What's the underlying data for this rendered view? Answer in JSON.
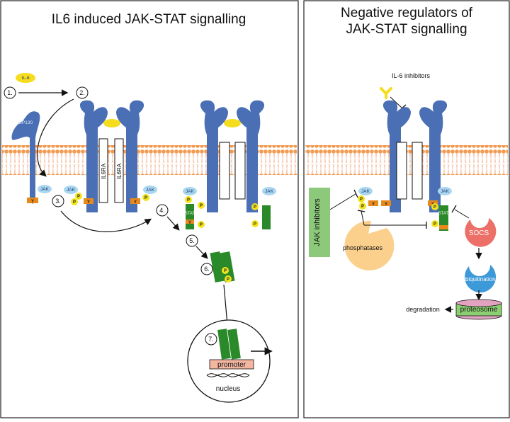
{
  "left_panel": {
    "title": "IL6 induced JAK-STAT signalling",
    "labels": {
      "il6": "IL-6",
      "gp130": "GP130",
      "il6ra_a": "IL6RA",
      "il6ra_b": "IL6RA",
      "jak": "JAK",
      "stat": "STAT",
      "p": "P",
      "y": "Y",
      "promoter": "promoter",
      "nucleus": "nucleus"
    },
    "steps": [
      "1.",
      "2.",
      "3.",
      "4.",
      "5.",
      "6.",
      "7."
    ]
  },
  "right_panel": {
    "title_line1": "Negative regulators of",
    "title_line2": "JAK-STAT signalling",
    "labels": {
      "il6_inhibitors": "IL-6 inhibitors",
      "jak_inhibitors": "JAK inhibitors",
      "phosphatases": "phosphatases",
      "socs": "SOCS",
      "ubiquitination": "ubiquitination",
      "proteosome": "proteosome",
      "degradation": "degradation"
    }
  },
  "colors": {
    "receptor": "#4a6fb5",
    "membrane": "#f29b52",
    "jak": "#a9d6f0",
    "phosphate": "#f2e31c",
    "tyrosine": "#e8891c",
    "stat": "#2a8a2a",
    "il6": "#f5dc1d",
    "jak_inhibitor": "#8cc97a",
    "phosphatase": "#fbd08c",
    "socs": "#ec6f68",
    "ubiquitination": "#3d9ad8",
    "proteosome_top": "#e2a3c0",
    "proteosome_body": "#8ccf73",
    "promoter": "#f3b6a0"
  }
}
